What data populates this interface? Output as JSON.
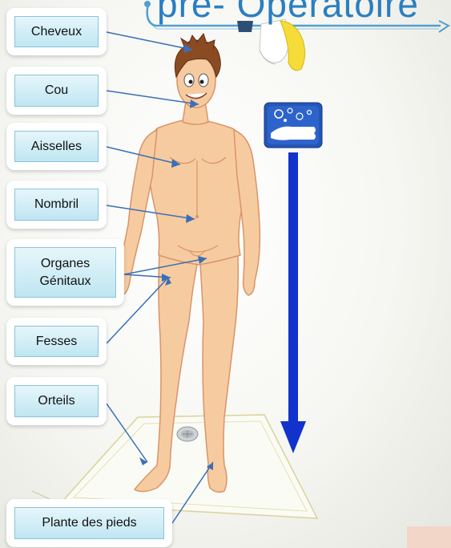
{
  "title": "pré- Opératoire",
  "labels": {
    "cheveux": "Cheveux",
    "cou": "Cou",
    "aisselles": "Aisselles",
    "nombril": "Nombril",
    "organes_line1": "Organes",
    "organes_line2": "Génitaux",
    "fesses": "Fesses",
    "orteils": "Orteils",
    "plante": "Plante des pieds"
  },
  "icons": {
    "washing": "hand-washing-icon",
    "arrow": "down-arrow",
    "towel": "towel-on-rail",
    "drain": "shower-drain"
  },
  "colors": {
    "arrow_blue": "#1133cc",
    "connector": "#3a6fb8",
    "title_blue": "#2a7ec0",
    "skin": "#f7cba0",
    "skin_outline": "#d99468",
    "hair": "#8a4b23",
    "label_bg": "#c7ebf5"
  }
}
